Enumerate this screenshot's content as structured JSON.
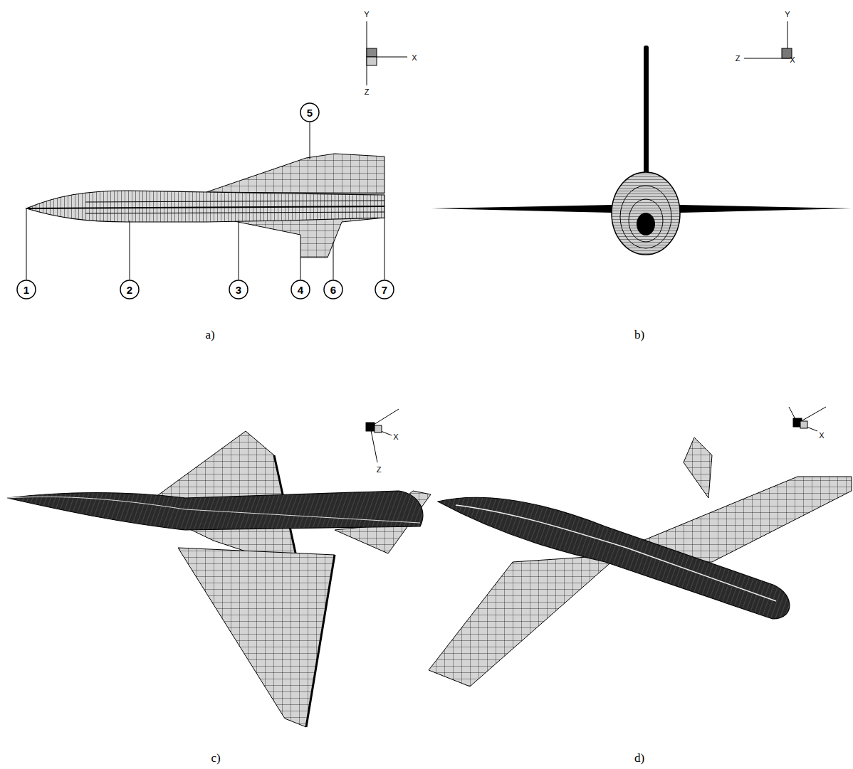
{
  "diagram": {
    "labels": [
      "Y",
      "X",
      "Z",
      "5",
      "1",
      "2",
      "3",
      "4",
      "6",
      "7",
      "a)",
      "Y",
      "Z",
      "X",
      "b)",
      "X",
      "Z",
      "c)",
      "X",
      "d)"
    ]
  }
}
